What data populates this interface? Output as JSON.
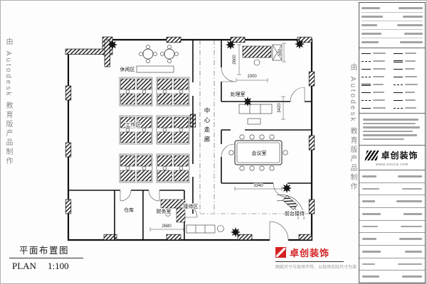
{
  "watermark": {
    "text": "由 Autodesk 教育版产品制作"
  },
  "plan": {
    "rooms": {
      "leisure": "休闲区",
      "work": "工作区",
      "processing": "处理室",
      "meeting": "会议室",
      "finance": "财务室",
      "warehouse": "仓库",
      "reception": "接待区",
      "front_desk": "前台接待"
    },
    "corridor": "中心走廊",
    "dims": {
      "cabinet_depth": "590",
      "desk_length": "2600",
      "desk_clearance": "1000",
      "right_room_width": "3420",
      "meeting_width": "3340",
      "finance_width": "2680"
    }
  },
  "footer": {
    "drawing_title": "平面布置图",
    "plan_label": "PLAN",
    "scale": "1:100"
  },
  "brand": {
    "name": "卓创装饰",
    "note": "图纸尺寸与现场不符，以现场实际尺寸为准"
  },
  "titleblock": {
    "company": "卓创装饰",
    "website": "www.zocca.com"
  }
}
